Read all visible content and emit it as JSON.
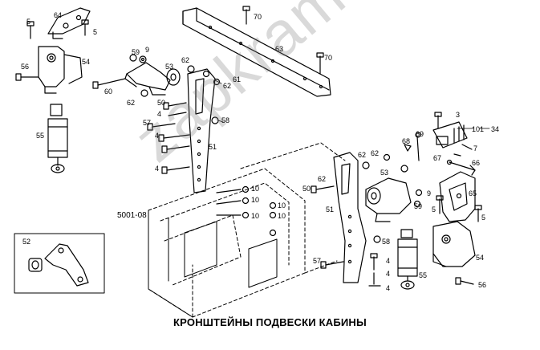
{
  "caption": "КРОНШТЕЙНЫ ПОДВЕСКИ КАБИНЫ",
  "figure_ref": "5001-08",
  "watermark": "zapkram.ru",
  "callouts": {
    "c64": "64",
    "c5a": "5",
    "c5b": "5",
    "c56a": "56",
    "c54a": "54",
    "c55a": "55",
    "c59a": "59",
    "c9a": "9",
    "c53a": "53",
    "c62a": "62",
    "c61": "61",
    "c62b": "62",
    "c60": "60",
    "c62c": "62",
    "c50a": "50",
    "c4a": "4",
    "c58a": "58",
    "c57a": "57",
    "c4b": "4",
    "c4c": "4",
    "c51a": "51",
    "c70a": "70",
    "c63": "63",
    "c70b": "70",
    "c10a": "10",
    "c10b": "10",
    "c10c": "10",
    "c10d": "10",
    "c10e": "10",
    "c52": "52",
    "c3": "3",
    "c101": "101",
    "c34": "34",
    "c69": "69",
    "c68": "68",
    "c7": "7",
    "c67": "67",
    "c66": "66",
    "c62d": "62",
    "c62e": "62",
    "c53b": "53",
    "c62f": "62",
    "c50b": "50",
    "c9b": "9",
    "c65": "65",
    "c59b": "59",
    "c5c": "5",
    "c5d": "5",
    "c51b": "51",
    "c58b": "58",
    "c57b": "57",
    "c4d": "4",
    "c4e": "4",
    "c4f": "4",
    "c55b": "55",
    "c54b": "54",
    "c56b": "56"
  }
}
